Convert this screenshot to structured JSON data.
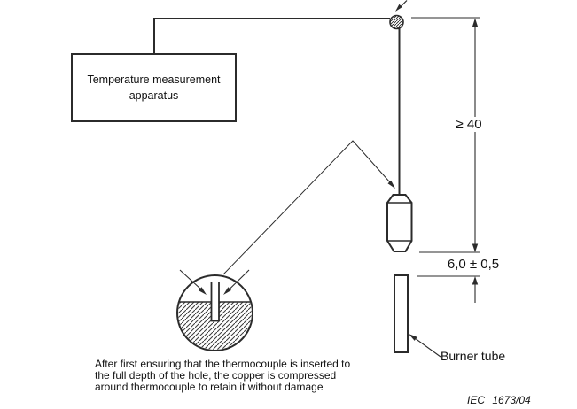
{
  "figure": {
    "colors": {
      "background": "#ffffff",
      "line": "#2b2b2b",
      "text": "#111111"
    },
    "apparatus_box": {
      "label": "Temperature measurement apparatus"
    },
    "dimensions": {
      "wire_length": "≥ 40",
      "gap": "6,0 ± 0,5"
    },
    "labels": {
      "burner_tube": "Burner tube"
    },
    "caption": {
      "lines": [
        "After first ensuring that the thermocouple is inserted to",
        "the full depth of the hole, the copper is compressed",
        "around thermocouple to retain it without damage"
      ]
    },
    "reference": "IEC  1673/04",
    "icons": {
      "support_pulley": "hatched-circle",
      "copper_cylinder": "chamfered-capsule",
      "copper_detail_view": "circle-with-hatched-lower-half-and-thermocouple-hole",
      "burner_tube": "tall-narrow-rectangle"
    }
  }
}
